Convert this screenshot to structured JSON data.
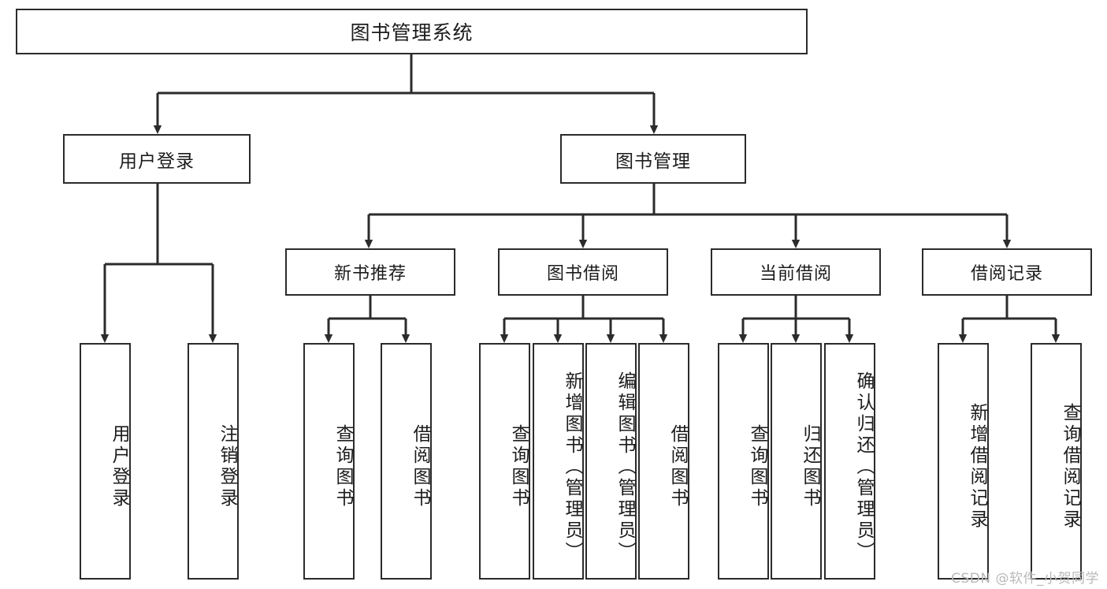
{
  "diagram": {
    "title": "图书管理系统",
    "type": "tree-hierarchy-diagram",
    "colors": {
      "line": "#2b2b2b",
      "box_fill": "#ffffff",
      "text": "#1c1c1c",
      "watermark": "#b9b9b9"
    },
    "root": {
      "label": "图书管理系统"
    },
    "level2": [
      {
        "label": "用户登录"
      },
      {
        "label": "图书管理"
      }
    ],
    "level3": [
      {
        "label": "新书推荐"
      },
      {
        "label": "图书借阅"
      },
      {
        "label": "当前借阅"
      },
      {
        "label": "借阅记录"
      }
    ],
    "leaves": {
      "user_login": [
        {
          "label": "用户登录"
        },
        {
          "label": "注销登录"
        }
      ],
      "new_book_recommend": [
        {
          "label": "查询图书"
        },
        {
          "label": "借阅图书"
        }
      ],
      "book_borrow": [
        {
          "label": "查询图书"
        },
        {
          "label": "新增图书（管理员）"
        },
        {
          "label": "编辑图书（管理员）"
        },
        {
          "label": "借阅图书"
        }
      ],
      "current_borrow": [
        {
          "label": "查询图书"
        },
        {
          "label": "归还图书"
        },
        {
          "label": "确认归还（管理员）"
        }
      ],
      "borrow_record": [
        {
          "label": "新增借阅记录"
        },
        {
          "label": "查询借阅记录"
        }
      ]
    },
    "watermark": "CSDN @软件_小贺同学"
  }
}
